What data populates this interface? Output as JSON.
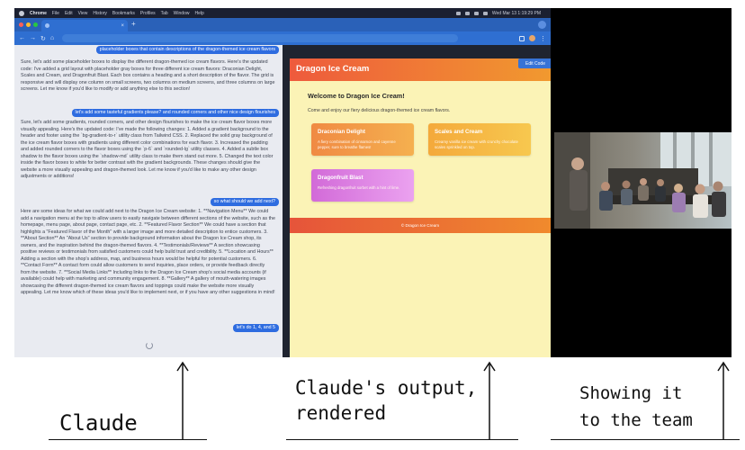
{
  "menubar": {
    "app": "Chrome",
    "items": [
      "File",
      "Edit",
      "View",
      "History",
      "Bookmarks",
      "Profiles",
      "Tab",
      "Window",
      "Help"
    ],
    "clock": "Wed Mar 13  1:19:29 PM"
  },
  "chat": {
    "messages": [
      {
        "role": "user",
        "text": "placeholder boxes that contain descriptions of the dragon-themed ice cream flavors"
      },
      {
        "role": "assistant",
        "text": "Sure, let's add some placeholder boxes to display the different dragon-themed ice cream flavors. Here's the updated code: I've added a grid layout with placeholder gray boxes for three different ice cream flavors: Draconian Delight, Scales and Cream, and Dragonfruit Blast. Each box contains a heading and a short description of the flavor. The grid is responsive and will display one column on small screens, two columns on medium screens, and three columns on large screens. Let me know if you'd like to modify or add anything else to this section!"
      },
      {
        "role": "user",
        "text": "let's add some tasteful gradients please? and rounded corners and other nice design flourishes"
      },
      {
        "role": "assistant",
        "text": "Sure, let's add some gradients, rounded corners, and other design flourishes to make the ice cream flavor boxes more visually appealing. Here's the updated code: I've made the following changes: 1. Added a gradient background to the header and footer using the `bg-gradient-to-r` utility class from Tailwind CSS. 2. Replaced the solid gray background of the ice cream flavor boxes with gradients using different color combinations for each flavor. 3. Increased the padding and added rounded corners to the flavor boxes using the `p-6` and `rounded-lg` utility classes. 4. Added a subtle box shadow to the flavor boxes using the `shadow-md` utility class to make them stand out more. 5. Changed the text color inside the flavor boxes to white for better contrast with the gradient backgrounds. These changes should give the website a more visually appealing and dragon-themed look. Let me know if you'd like to make any other design adjustments or additions!"
      },
      {
        "role": "user",
        "text": "so what should we add next?"
      },
      {
        "role": "assistant",
        "text": "Here are some ideas for what we could add next to the Dragon Ice Cream website: 1. **Navigation Menu** We could add a navigation menu at the top to allow users to easily navigate between different sections of the website, such as the homepage, menu page, about page, contact page, etc. 2. **Featured Flavor Section** We could have a section that highlights a \"Featured Flavor of the Month\" with a larger image and more detailed description to entice customers. 3. **About Section** An \"About Us\" section to provide background information about the Dragon Ice Cream shop, its owners, and the inspiration behind the dragon-themed flavors. 4. **Testimonials/Reviews** A section showcasing positive reviews or testimonials from satisfied customers could help build trust and credibility. 5. **Location and Hours** Adding a section with the shop's address, map, and business hours would be helpful for potential customers. 6. **Contact Form** A contact form could allow customers to send inquiries, place orders, or provide feedback directly from the website. 7. **Social Media Links** Including links to the Dragon Ice Cream shop's social media accounts (if available) could help with marketing and community engagement. 8. **Gallery** A gallery of mouth-watering images showcasing the different dragon-themed ice cream flavors and toppings could make the website more visually appealing. Let me know which of these ideas you'd like to implement next, or if you have any other suggestions in mind!"
      },
      {
        "role": "user",
        "text": "let's do 1, 4, and 5"
      }
    ]
  },
  "output": {
    "title": "Dragon Ice Cream",
    "edit_label": "Edit Code",
    "welcome": "Welcome to Dragon Ice Cream!",
    "intro": "Come and enjoy our fiery delicious dragon-themed ice cream flavors.",
    "flavors": [
      {
        "name": "Draconian Delight",
        "desc": "A fiery combination of cinnamon and cayenne pepper, sure to breathe flames!",
        "gradient": [
          "#f08a43",
          "#f5b04f"
        ]
      },
      {
        "name": "Scales and Cream",
        "desc": "Creamy vanilla ice cream with crunchy chocolate scales sprinkled on top.",
        "gradient": [
          "#f4a93b",
          "#f7c84f"
        ]
      },
      {
        "name": "Dragonfruit Blast",
        "desc": "Refreshing dragonfruit sorbet with a hint of lime.",
        "gradient": [
          "#d26ad8",
          "#eba2f0"
        ]
      }
    ],
    "footer": "© Dragon Ice Cream"
  },
  "annotations": {
    "left": "Claude",
    "middle_line1": "Claude's output,",
    "middle_line2": "rendered",
    "right_line1": "Showing it",
    "right_line2": "to the team"
  },
  "colors": {
    "user_bubble": "#2e6ce0",
    "chat_bg": "#e9ebf1",
    "output_bg": "#fbf3b6",
    "header_gradient": [
      "#ee5a3c",
      "#f1992f"
    ]
  }
}
